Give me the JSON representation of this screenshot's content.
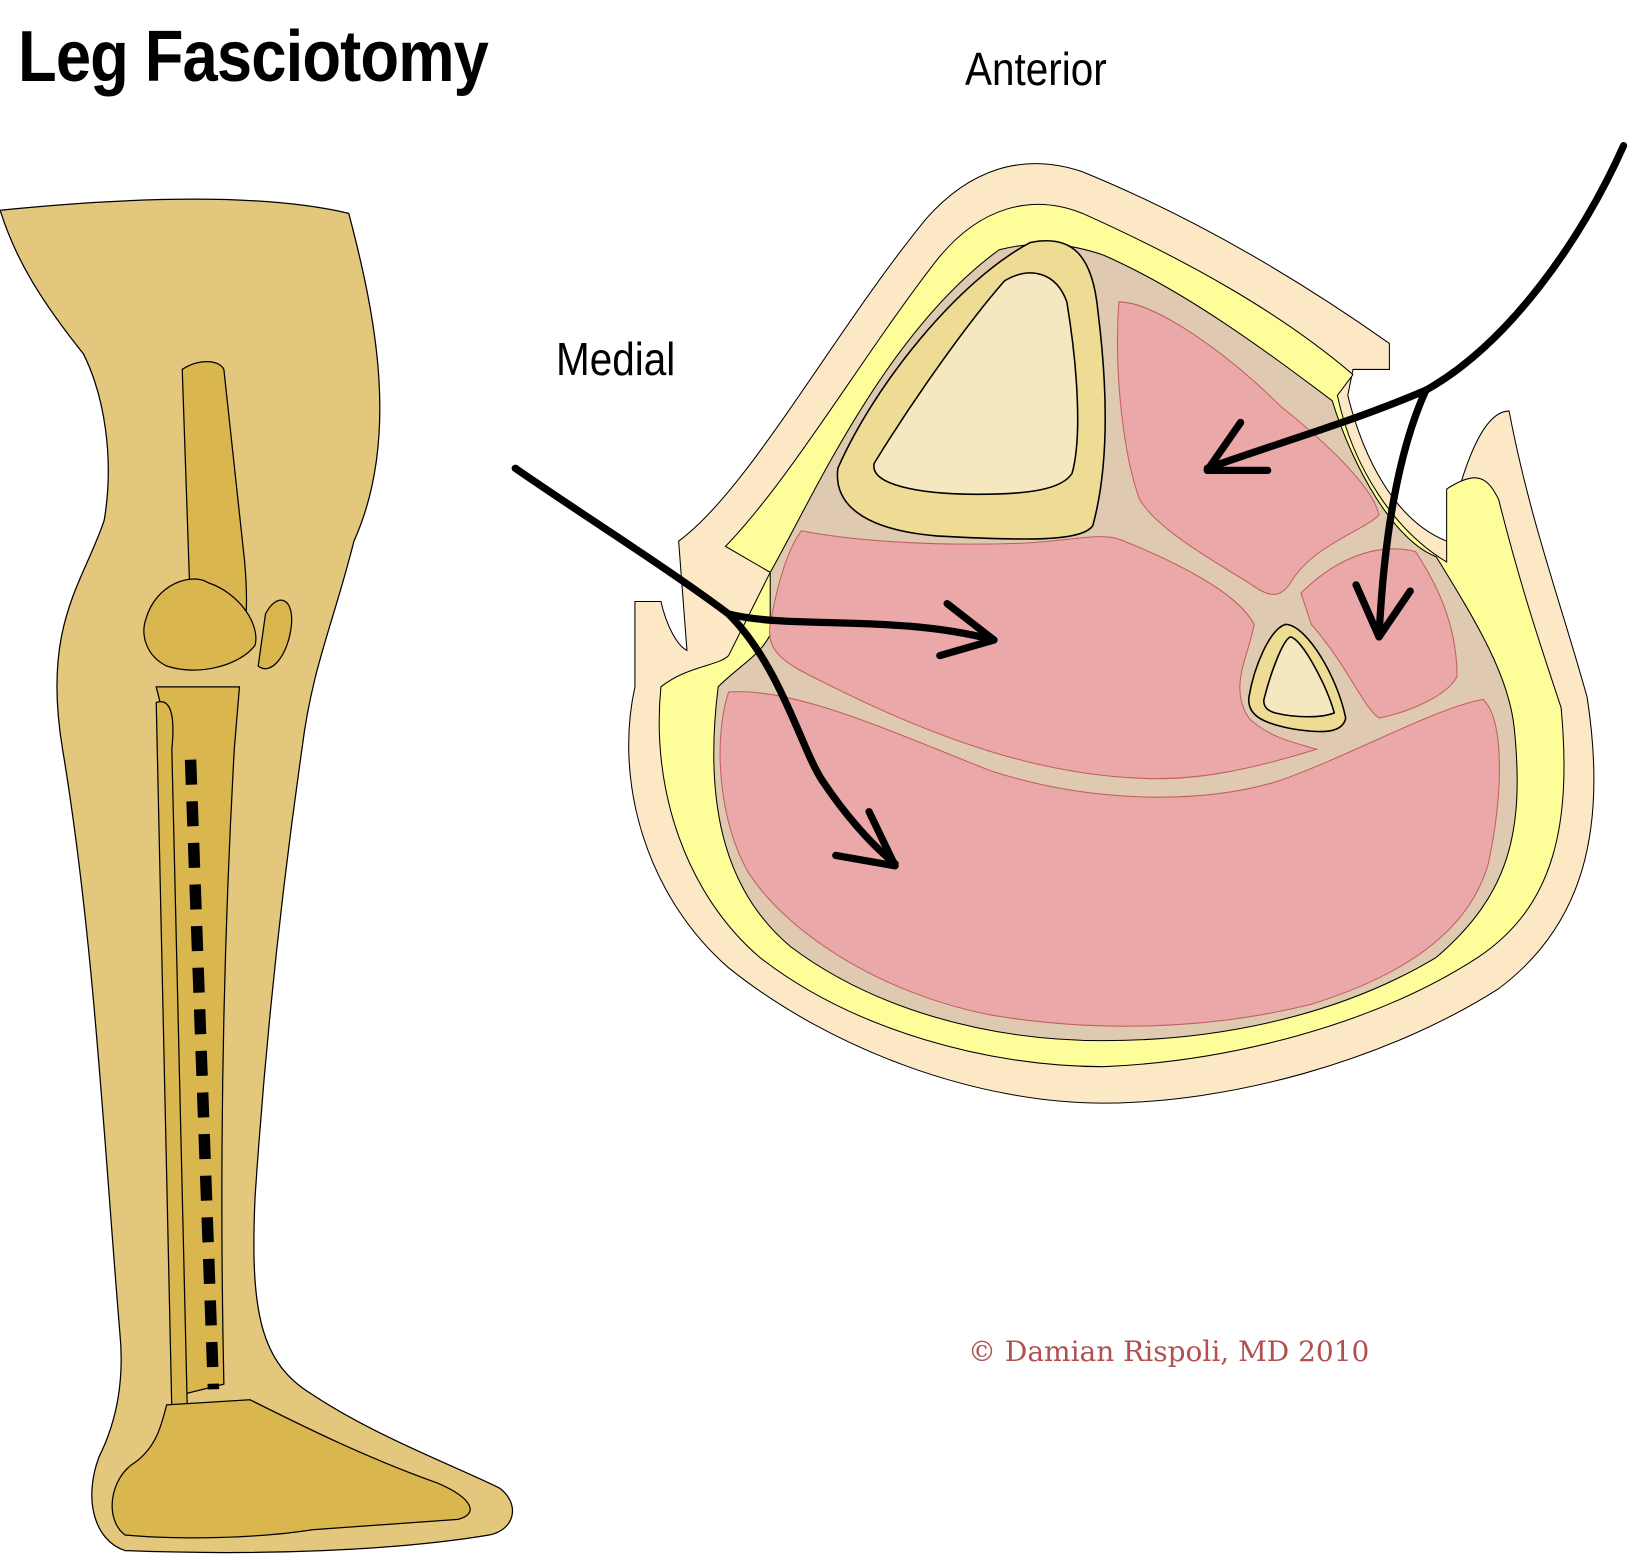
{
  "title": "Leg Fasciotomy",
  "labels": {
    "anterior": "Anterior",
    "medial": "Medial"
  },
  "copyright": "© Damian Rispoli, MD 2010",
  "colors": {
    "skin": "#e3c77c",
    "bone": "#dab64f",
    "fat": "#fdfd99",
    "skin_layer": "#fde8c6",
    "fascia": "#dfc9b0",
    "muscle": "#eaa8a9",
    "copyright": "#b0504f"
  }
}
